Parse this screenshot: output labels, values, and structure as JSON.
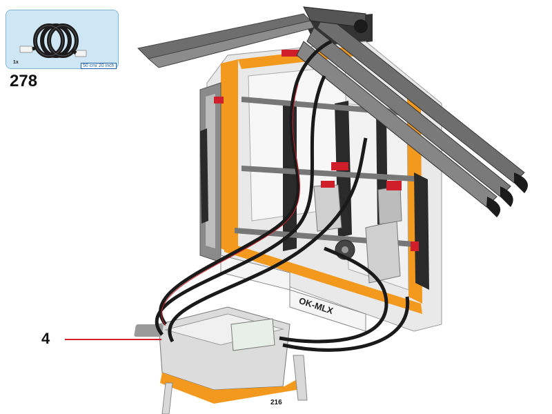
{
  "parts_list": {
    "quantity": "1x",
    "cable_length": "50 cm/ 20 inch"
  },
  "step": {
    "number": "278"
  },
  "callout": {
    "number": "4"
  },
  "model": {
    "brick_label": "OK-MLX"
  },
  "page": {
    "number": "216"
  },
  "colors": {
    "parts_box_bg": "#cfe6f5",
    "callout_line": "#d81e2c",
    "frame_orange": "#f39a1e",
    "beam_gray": "#6e6e6e",
    "cable_black": "#1a1a1a",
    "accent_red": "#d01f2a"
  }
}
